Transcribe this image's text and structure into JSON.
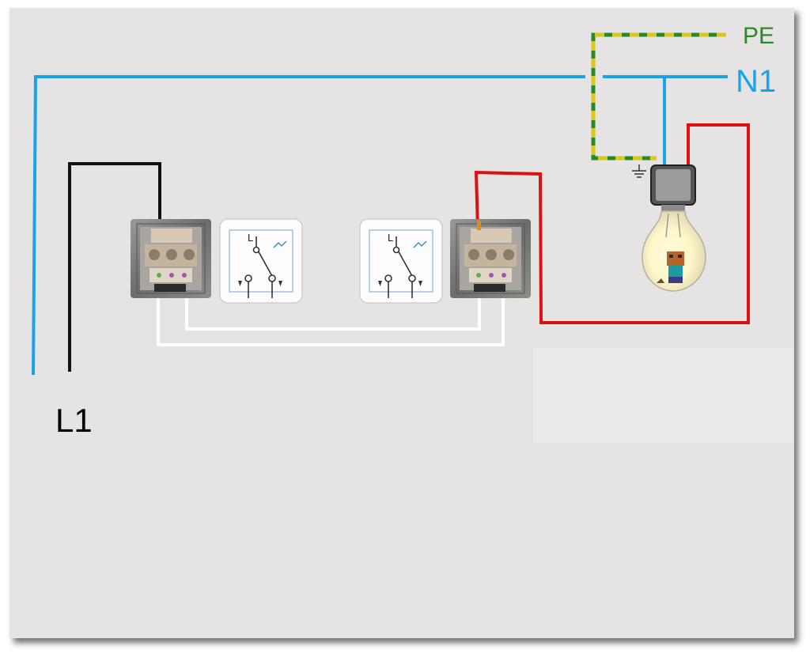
{
  "diagram": {
    "labels": {
      "pe": "PE",
      "n1": "N1",
      "l1": "L1"
    },
    "switch_symbol_labels": {
      "left": "L",
      "right": "L"
    },
    "colors": {
      "background": "#e5e3e3",
      "neutral": "#1aa3e8",
      "live": "#111111",
      "traveler": "#ffffff",
      "switched_live": "#dd1111",
      "earth_green": "#2a8a2a",
      "earth_yellow": "#d8c81a",
      "pe_label": "#2a8a2a",
      "n1_label": "#1aa3e8",
      "l1_label": "#000000"
    },
    "icons": [
      "ground-icon",
      "light-bulb-icon",
      "switch-mechanism-icon",
      "two-way-switch-symbol-icon"
    ]
  }
}
